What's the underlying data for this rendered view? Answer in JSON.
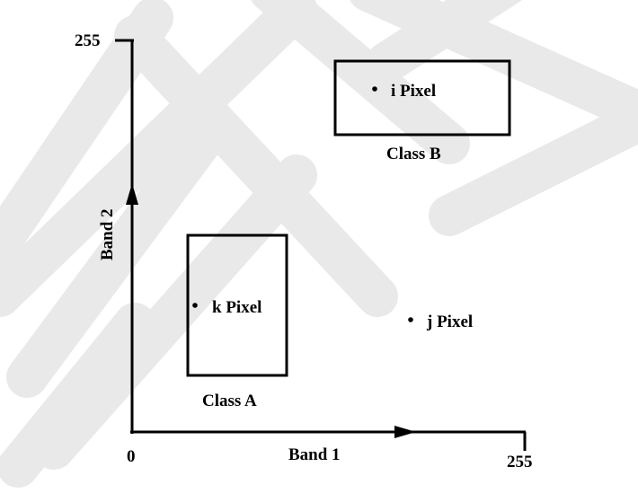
{
  "axes": {
    "x_label": "Band 1",
    "y_label": "Band 2",
    "origin_label": "0",
    "x_max_label": "255",
    "y_max_label": "255"
  },
  "classes": [
    {
      "label": "Class A"
    },
    {
      "label": "Class B"
    }
  ],
  "pixels": [
    {
      "label": "k Pixel"
    },
    {
      "label": "i Pixel"
    },
    {
      "label": "j Pixel"
    }
  ],
  "watermark": {
    "color": "#e9e9e9"
  }
}
